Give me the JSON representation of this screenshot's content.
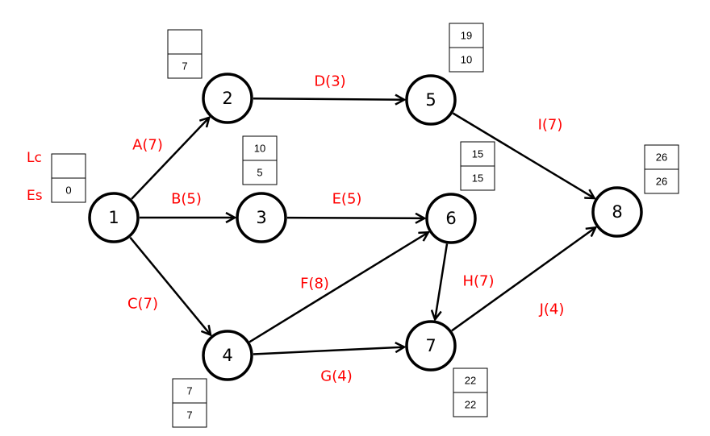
{
  "legend": {
    "top_label": "Lc",
    "bottom_label": "Es"
  },
  "nodes": [
    {
      "id": "1",
      "label": "1",
      "lc": "",
      "es": "0"
    },
    {
      "id": "2",
      "label": "2",
      "lc": "",
      "es": "7"
    },
    {
      "id": "3",
      "label": "3",
      "lc": "10",
      "es": "5"
    },
    {
      "id": "4",
      "label": "4",
      "lc": "7",
      "es": "7"
    },
    {
      "id": "5",
      "label": "5",
      "lc": "19",
      "es": "10"
    },
    {
      "id": "6",
      "label": "6",
      "lc": "15",
      "es": "15"
    },
    {
      "id": "7",
      "label": "7",
      "lc": "22",
      "es": "22"
    },
    {
      "id": "8",
      "label": "8",
      "lc": "26",
      "es": "26"
    }
  ],
  "edges": [
    {
      "from": "1",
      "to": "2",
      "label": "A(7)"
    },
    {
      "from": "1",
      "to": "3",
      "label": "B(5)"
    },
    {
      "from": "1",
      "to": "4",
      "label": "C(7)"
    },
    {
      "from": "2",
      "to": "5",
      "label": "D(3)"
    },
    {
      "from": "3",
      "to": "6",
      "label": "E(5)"
    },
    {
      "from": "4",
      "to": "6",
      "label": "F(8)"
    },
    {
      "from": "4",
      "to": "7",
      "label": "G(4)"
    },
    {
      "from": "6",
      "to": "7",
      "label": "H(7)"
    },
    {
      "from": "5",
      "to": "8",
      "label": "I(7)"
    },
    {
      "from": "7",
      "to": "8",
      "label": "J(4)"
    }
  ],
  "colors": {
    "label_red": "#ff0000",
    "stroke": "#000000"
  }
}
